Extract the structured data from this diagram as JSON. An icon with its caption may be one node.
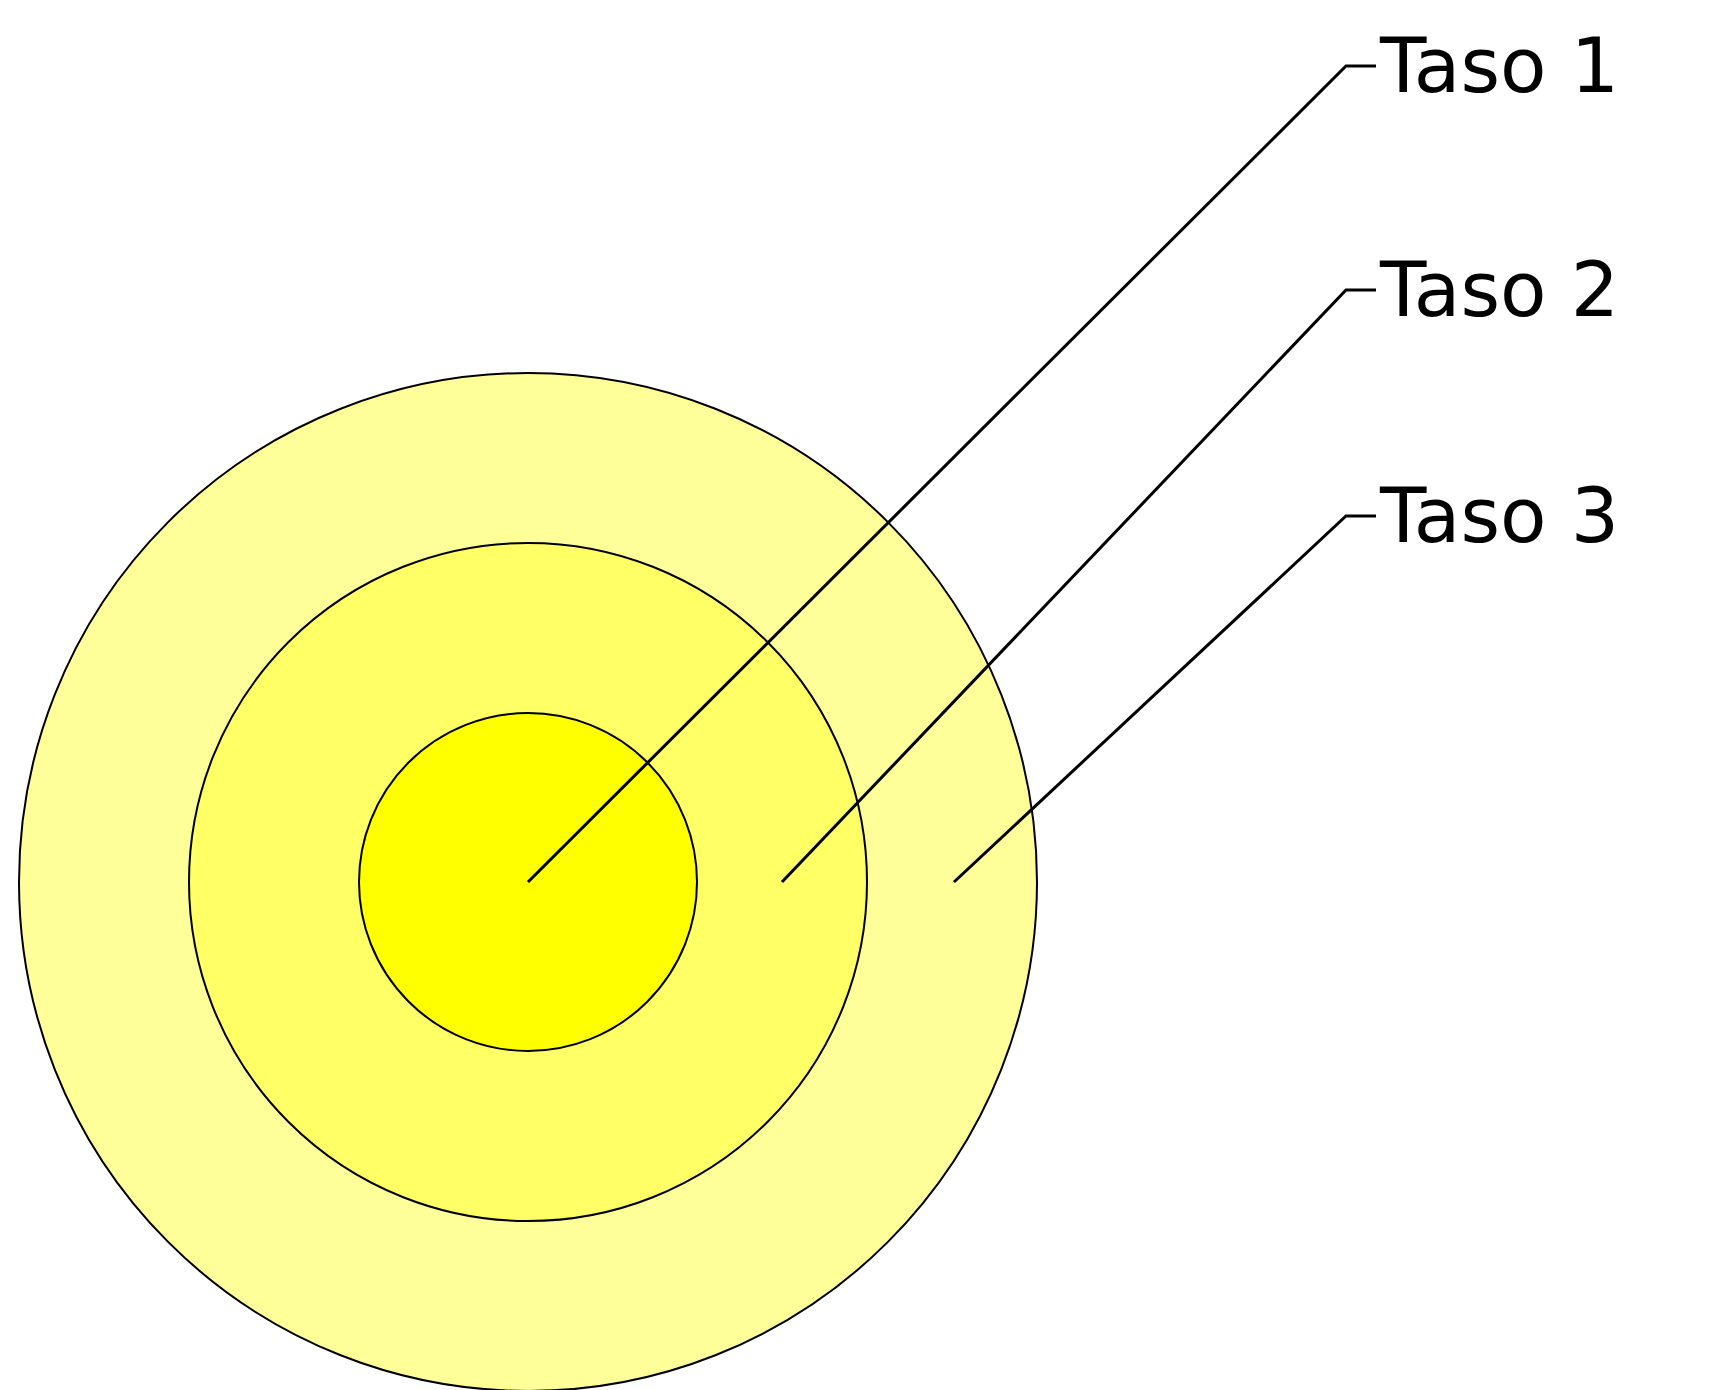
{
  "diagram": {
    "nodes": [
      {
        "text": [
          "Taso 1"
        ]
      },
      {
        "text": [
          "Taso 2"
        ]
      },
      {
        "text": [
          "Taso 3"
        ]
      },
      {
        "text": [],
        "shape": "circle"
      },
      {
        "text": [],
        "shape": "circle",
        "in": 3
      },
      {
        "text": [],
        "shape": "circle",
        "in": 4
      }
    ],
    "edges": [
      {
        "from": 0,
        "to": 5,
        "arrow": "none"
      },
      {
        "from": 1,
        "to": 4,
        "arrow": "none"
      },
      {
        "from": 2,
        "to": 3,
        "arrow": "none"
      }
    ]
  }
}
